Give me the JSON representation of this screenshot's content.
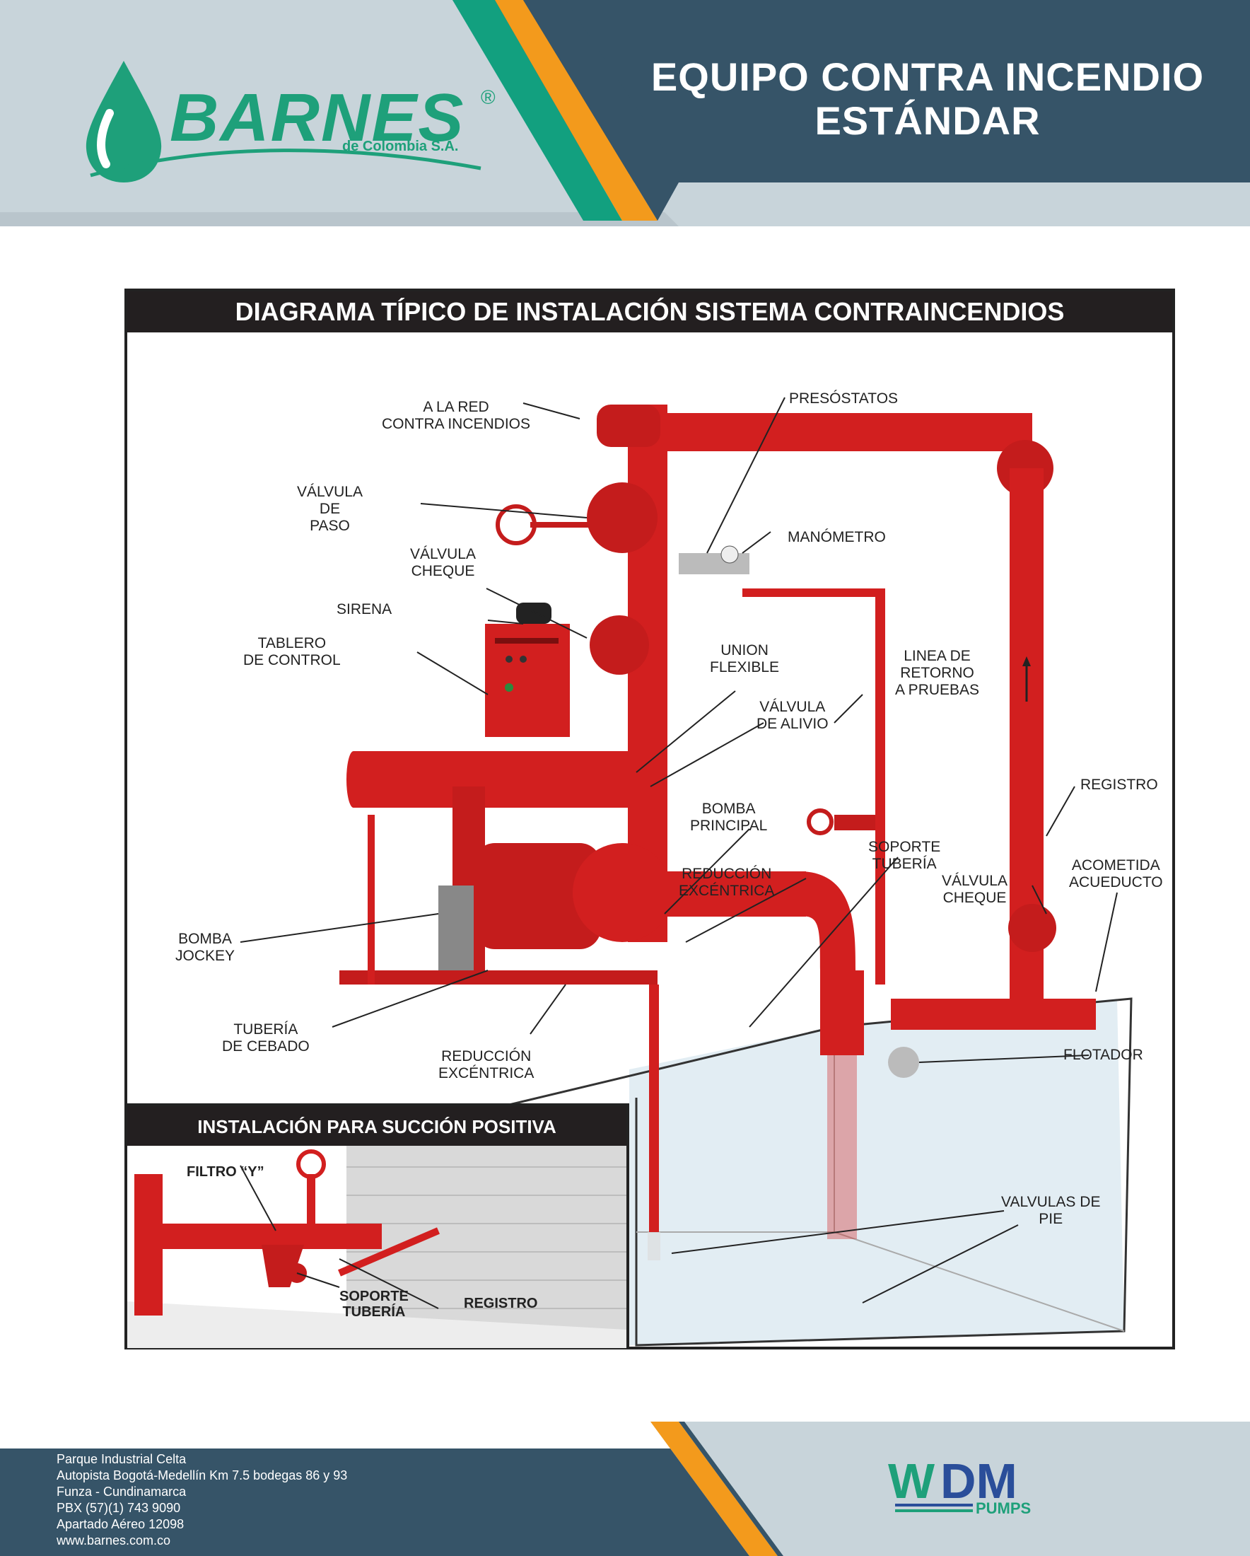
{
  "brand": {
    "name": "BARNES",
    "registered": "®",
    "subtitle": "de Colombia S.A.",
    "color": "#1ea07a"
  },
  "header": {
    "title_line1": "EQUIPO CONTRA INCENDIO",
    "title_line2": "ESTÁNDAR",
    "bg_dark": "#365468",
    "bg_light": "#c8d4da",
    "accent_green": "#12a07f",
    "accent_orange": "#f39a1c"
  },
  "diagram": {
    "title": "DIAGRAMA TÍPICO DE INSTALACIÓN SISTEMA CONTRAINCENDIOS",
    "pipe_color": "#d21f1f",
    "labels": {
      "red": "A LA RED\nCONTRA INCENDIOS",
      "presostatos": "PRESÓSTATOS",
      "valvula_paso": "VÁLVULA\nDE\nPASO",
      "manometro": "MANÓMETRO",
      "valvula_cheque": "VÁLVULA\nCHEQUE",
      "sirena": "SIRENA",
      "tablero": "TABLERO\nDE CONTROL",
      "union": "UNION\nFLEXIBLE",
      "linea_retorno": "LINEA DE\nRETORNO\nA PRUEBAS",
      "valvula_alivio": "VÁLVULA\nDE ALIVIO",
      "registro": "REGISTRO",
      "bomba_principal": "BOMBA\nPRINCIPAL",
      "soporte": "SOPORTE\nTUBERÍA",
      "acometida": "ACOMETIDA\nACUEDUCTO",
      "reduccion1": "REDUCCIÓN\nEXCÉNTRICA",
      "valvula_cheque2": "VÁLVULA\nCHEQUE",
      "bomba_jockey": "BOMBA\nJOCKEY",
      "tuberia_cebado": "TUBERÍA\nDE CEBADO",
      "reduccion2": "REDUCCIÓN\nEXCÉNTRICA",
      "flotador": "FLOTADOR",
      "valvulas_pie": "VALVULAS DE\nPIE"
    }
  },
  "inset": {
    "title": "INSTALACIÓN PARA SUCCIÓN POSITIVA",
    "filtro": "FILTRO “Y”",
    "soporte": "SOPORTE\nTUBERÍA",
    "registro": "REGISTRO"
  },
  "footer": {
    "address_lines": [
      "Parque Industrial Celta",
      "Autopista Bogotá-Medellín Km 7.5 bodegas 86 y 93",
      "Funza - Cundinamarca",
      "PBX  (57)(1) 743 9090",
      "Apartado Aéreo 12098",
      "www.barnes.com.co"
    ],
    "logo_text": "WDM",
    "logo_sub": "PUMPS",
    "logo_blue": "#2a4e9a",
    "logo_green": "#1ea07a"
  }
}
